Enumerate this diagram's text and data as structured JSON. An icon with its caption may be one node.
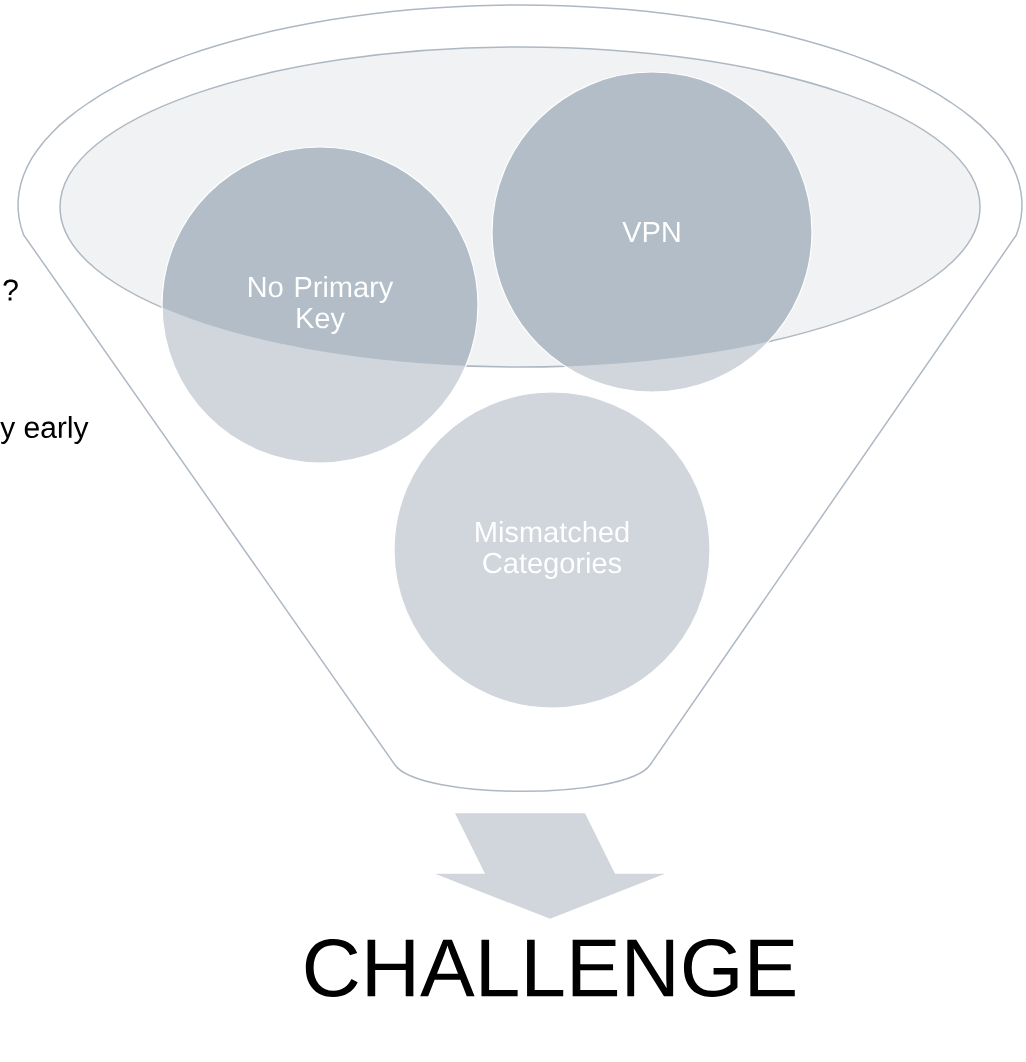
{
  "diagram": {
    "nodes": [
      {
        "text": [],
        "shape": "funnel"
      },
      {
        "text": [
          "No Primary Key"
        ],
        "in": 0
      },
      {
        "text": [
          "VPN"
        ],
        "in": 0
      },
      {
        "text": [
          "Mismatched Categories"
        ],
        "in": 0
      },
      {
        "text": [
          "CHALLENGE"
        ]
      }
    ],
    "edges": [
      {
        "from": 0,
        "to": 4,
        "arrow": "to"
      }
    ],
    "labels": [
      "?",
      "y early"
    ]
  }
}
